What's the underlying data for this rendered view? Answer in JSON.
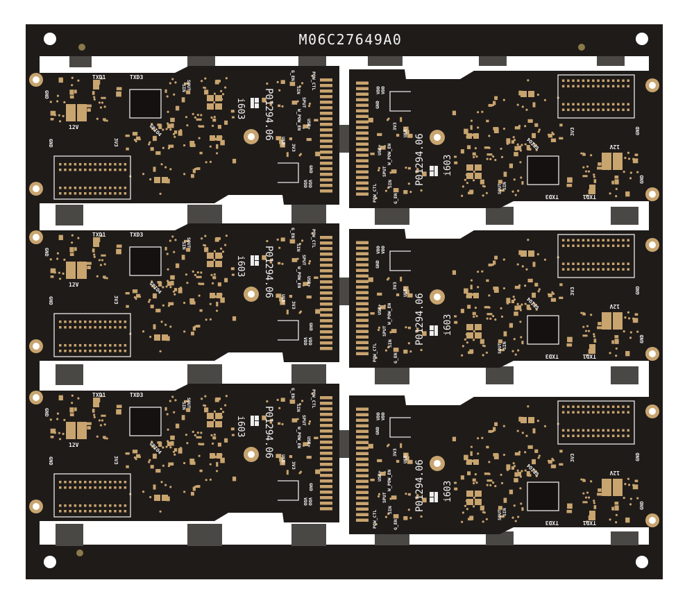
{
  "panel": {
    "panel_id": "M06C27649A0",
    "board_count": 6,
    "colors": {
      "background": "#ffffff",
      "solder_mask": "#1f1b19",
      "pads": "#c8a46f",
      "silkscreen": "#f2f2f2",
      "breakaway_tabs": "#4a4845"
    }
  },
  "board": {
    "part_number": "P01294.06",
    "date_code": "i603",
    "logo": "SL-logo",
    "labels": {
      "txd1": "TXD1",
      "txd3": "TXD3",
      "v12": "12V",
      "gnd_a": "GND",
      "gnd_b": "GND",
      "v33_a": "3V3",
      "gpio4": "GPIO4",
      "sout": "SOUT",
      "sin_a": "SIN",
      "pow_ctl": "POW_CTL",
      "g_en": "G_EN",
      "sin_b": "SIN",
      "sput": "SPUT",
      "w_pow_en": "W_POW_EN",
      "usb_p": "USB+",
      "usb_m": "USB-",
      "v33_b": "3V3",
      "gnd_c": "GND",
      "vdd_a": "VDD",
      "vdd_b": "VDD"
    }
  }
}
